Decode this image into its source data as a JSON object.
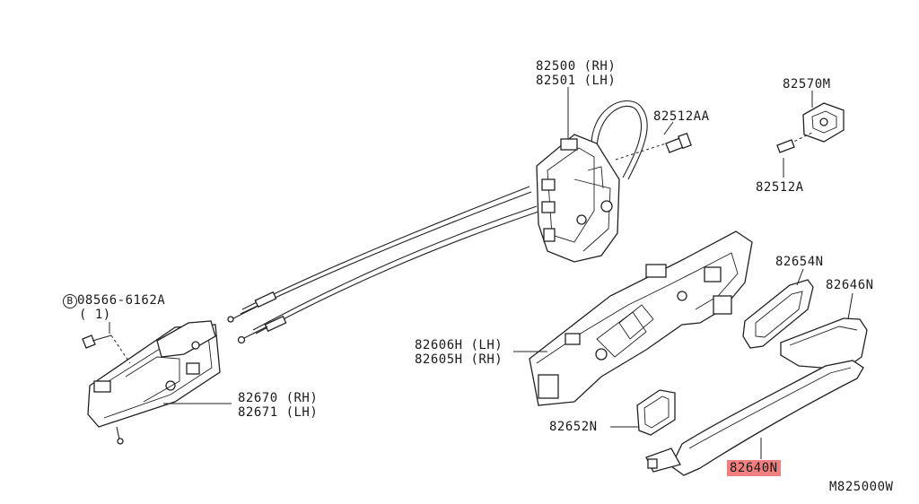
{
  "labels": {
    "lock_rh": "82500 (RH)",
    "lock_lh": "82501 (LH)",
    "bolt_aa": "82512AA",
    "striker": "82570M",
    "bolt_a": "82512A",
    "screw_code": "08566-6162A",
    "screw_qty": "( 1)",
    "screw_prefix": "B",
    "bracket_lh": "82606H (LH)",
    "bracket_rh": "82605H (RH)",
    "lower_rh": "82670 (RH)",
    "lower_lh": "82671 (LH)",
    "gasket": "82654N",
    "handle_cover": "82646N",
    "escutcheon": "82652N",
    "handle": "82640N",
    "figure_code": "M825000W"
  },
  "colors": {
    "highlight": "#f08080",
    "line": "#222222",
    "background": "#ffffff"
  }
}
